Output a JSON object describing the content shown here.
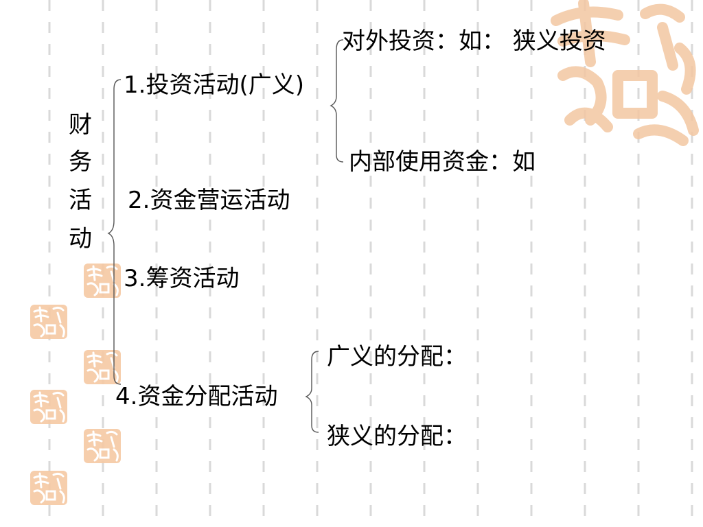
{
  "root": {
    "chars": [
      "财",
      "务",
      "活",
      "动"
    ]
  },
  "branches": [
    {
      "label": "1.投资活动(广义)",
      "children": [
        {
          "label": "对外投资：如：  狭义投资"
        },
        {
          "label": "内部使用资金：如"
        }
      ]
    },
    {
      "label": "2.资金营运活动"
    },
    {
      "label": "3.筹资活动"
    },
    {
      "label": "4.资金分配活动",
      "children": [
        {
          "label": "广义的分配："
        },
        {
          "label": "狭义的分配："
        }
      ]
    }
  ],
  "colors": {
    "text": "#000000",
    "dash": "#d9d9d9",
    "stamp": "#f6c9a4",
    "stamp_ink": "#ffffff",
    "bracket": "#555555"
  },
  "decor": {
    "seal_icon": "auspicious-seal-icon"
  }
}
